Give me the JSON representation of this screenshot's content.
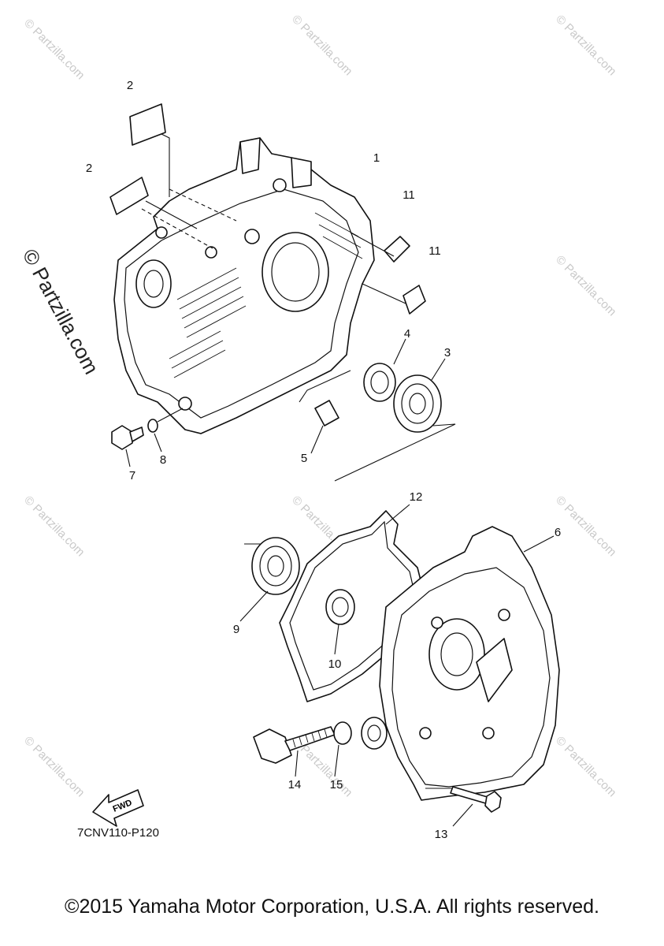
{
  "watermark": {
    "text": "© Partzilla.com",
    "side_text": "© Partzilla.com"
  },
  "callouts": [
    "1",
    "2",
    "2",
    "3",
    "4",
    "5",
    "6",
    "7",
    "8",
    "9",
    "10",
    "11",
    "11",
    "12",
    "13",
    "14",
    "15"
  ],
  "fwd_label": "FWD",
  "diagram_code": "7CNV110-P120",
  "copyright": "©2015 Yamaha Motor Corporation, U.S.A. All rights reserved."
}
